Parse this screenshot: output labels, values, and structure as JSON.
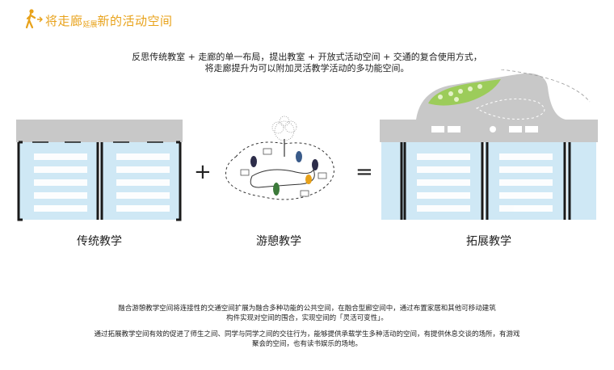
{
  "header": {
    "icon": "walking-person-icon",
    "accent_color": "#e8a21a",
    "title_prefix": "将走廊",
    "title_small": "延展",
    "title_suffix": "新的活动空间"
  },
  "intro": {
    "line1": "反思传统教室 + 走廊的单一布局，提出教室 + 开放式活动空间 + 交通的复合使用方式，",
    "line2": "将走廊提升为可以附加灵活教学活动的多功能空间。"
  },
  "operators": {
    "plus": "+",
    "equals": "="
  },
  "panels": {
    "traditional": {
      "caption": "传统教学"
    },
    "leisure": {
      "caption": "游憩教学"
    },
    "extended": {
      "caption": "拓展教学"
    }
  },
  "colors": {
    "classroom": "#cfe8f5",
    "corridor": "#c8c8c8",
    "wall": "#1a1a1a",
    "green": "#9ccc5a"
  },
  "description": {
    "p1_line1": "融合游憩教学空间将连接性的交通空间扩展为融合多种功能的公共空间，在融合型廊空间中，通过布置家居和其他可移动建筑",
    "p1_line2": "构件实现对空间的围合，实现空间的「灵活可变性」。",
    "p2_line1": "通过拓展教学空间有效的促进了师生之间、同学与同学之间的交往行为，能够提供承载学生多种活动的空间，有提供休息交谈的场所，有游戏",
    "p2_line2": "聚会的空间，也有读书娱乐的场地。"
  }
}
